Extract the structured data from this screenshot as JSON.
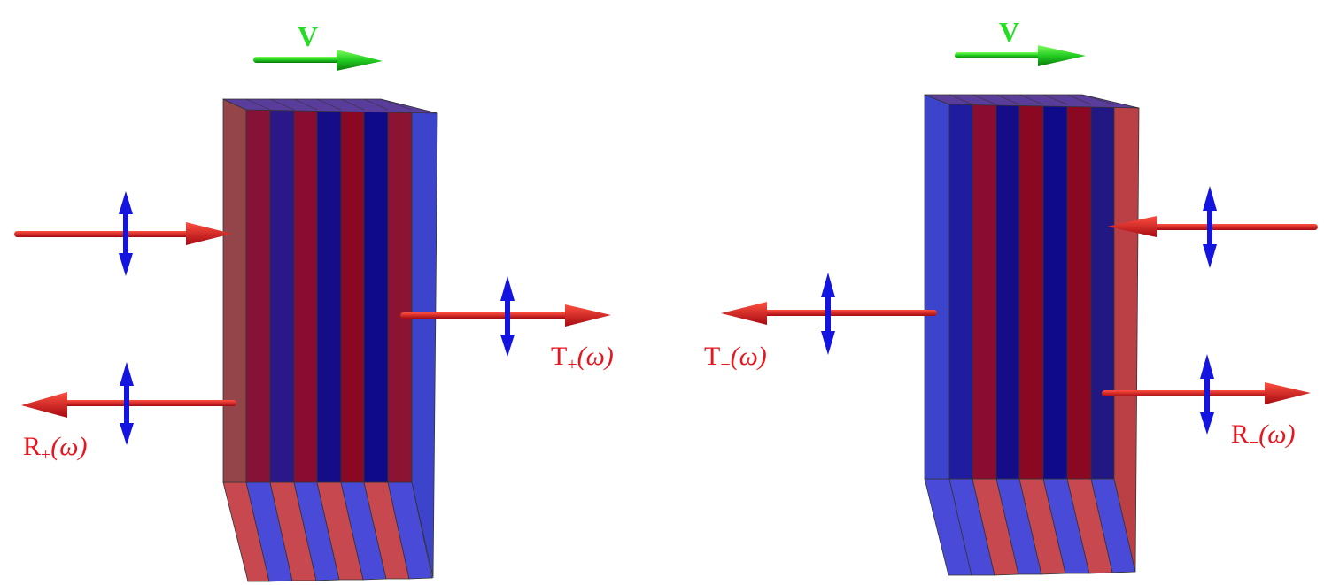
{
  "labels": {
    "velocity_left": "V",
    "velocity_right": "V",
    "transmitted_plus": "T",
    "transmitted_plus_sub": "+",
    "transmitted_plus_arg": "(ω)",
    "reflected_plus": "R",
    "reflected_plus_sub": "+",
    "reflected_plus_arg": "(ω)",
    "transmitted_minus": "T",
    "transmitted_minus_sub": "−",
    "transmitted_minus_arg": "(ω)",
    "reflected_minus": "R",
    "reflected_minus_sub": "−",
    "reflected_minus_arg": "(ω)"
  },
  "colors": {
    "red_layer": "#8a0a22",
    "blue_layer": "#1a0e8a",
    "wave_arrow": "#e81010",
    "polarization_arrow": "#1414e0",
    "velocity_arrow": "#22cc22"
  }
}
